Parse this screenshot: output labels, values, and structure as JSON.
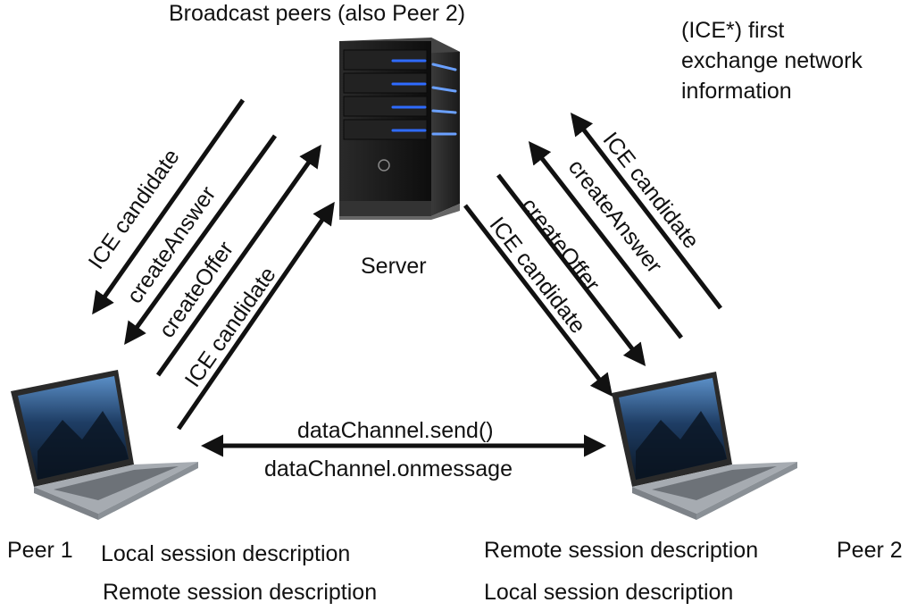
{
  "server": {
    "title": "Broadcast peers (also Peer 2)",
    "label": "Server"
  },
  "note": "(ICE*) first\nexchange network\ninformation",
  "left_arrows": [
    "ICE candidate",
    "createAnswer",
    "createOffer",
    "ICE candidate"
  ],
  "right_arrows": [
    "ICE candidate",
    "createAnswer",
    "createOffer",
    "ICE candidate"
  ],
  "channel": {
    "send": "dataChannel.send()",
    "onmessage": "dataChannel.onmessage"
  },
  "peer1": {
    "name": "Peer 1",
    "local": "Local session description",
    "remote": "Remote session description"
  },
  "peer2": {
    "name": "Peer 2",
    "remote": "Remote session description",
    "local": "Local session description"
  },
  "colors": {
    "arrow": "#111111",
    "server_body": "#1b1b1b",
    "server_led": "#2f6bff",
    "laptop_body": "#9aa0a6",
    "laptop_screen": "#1d3a5c"
  }
}
